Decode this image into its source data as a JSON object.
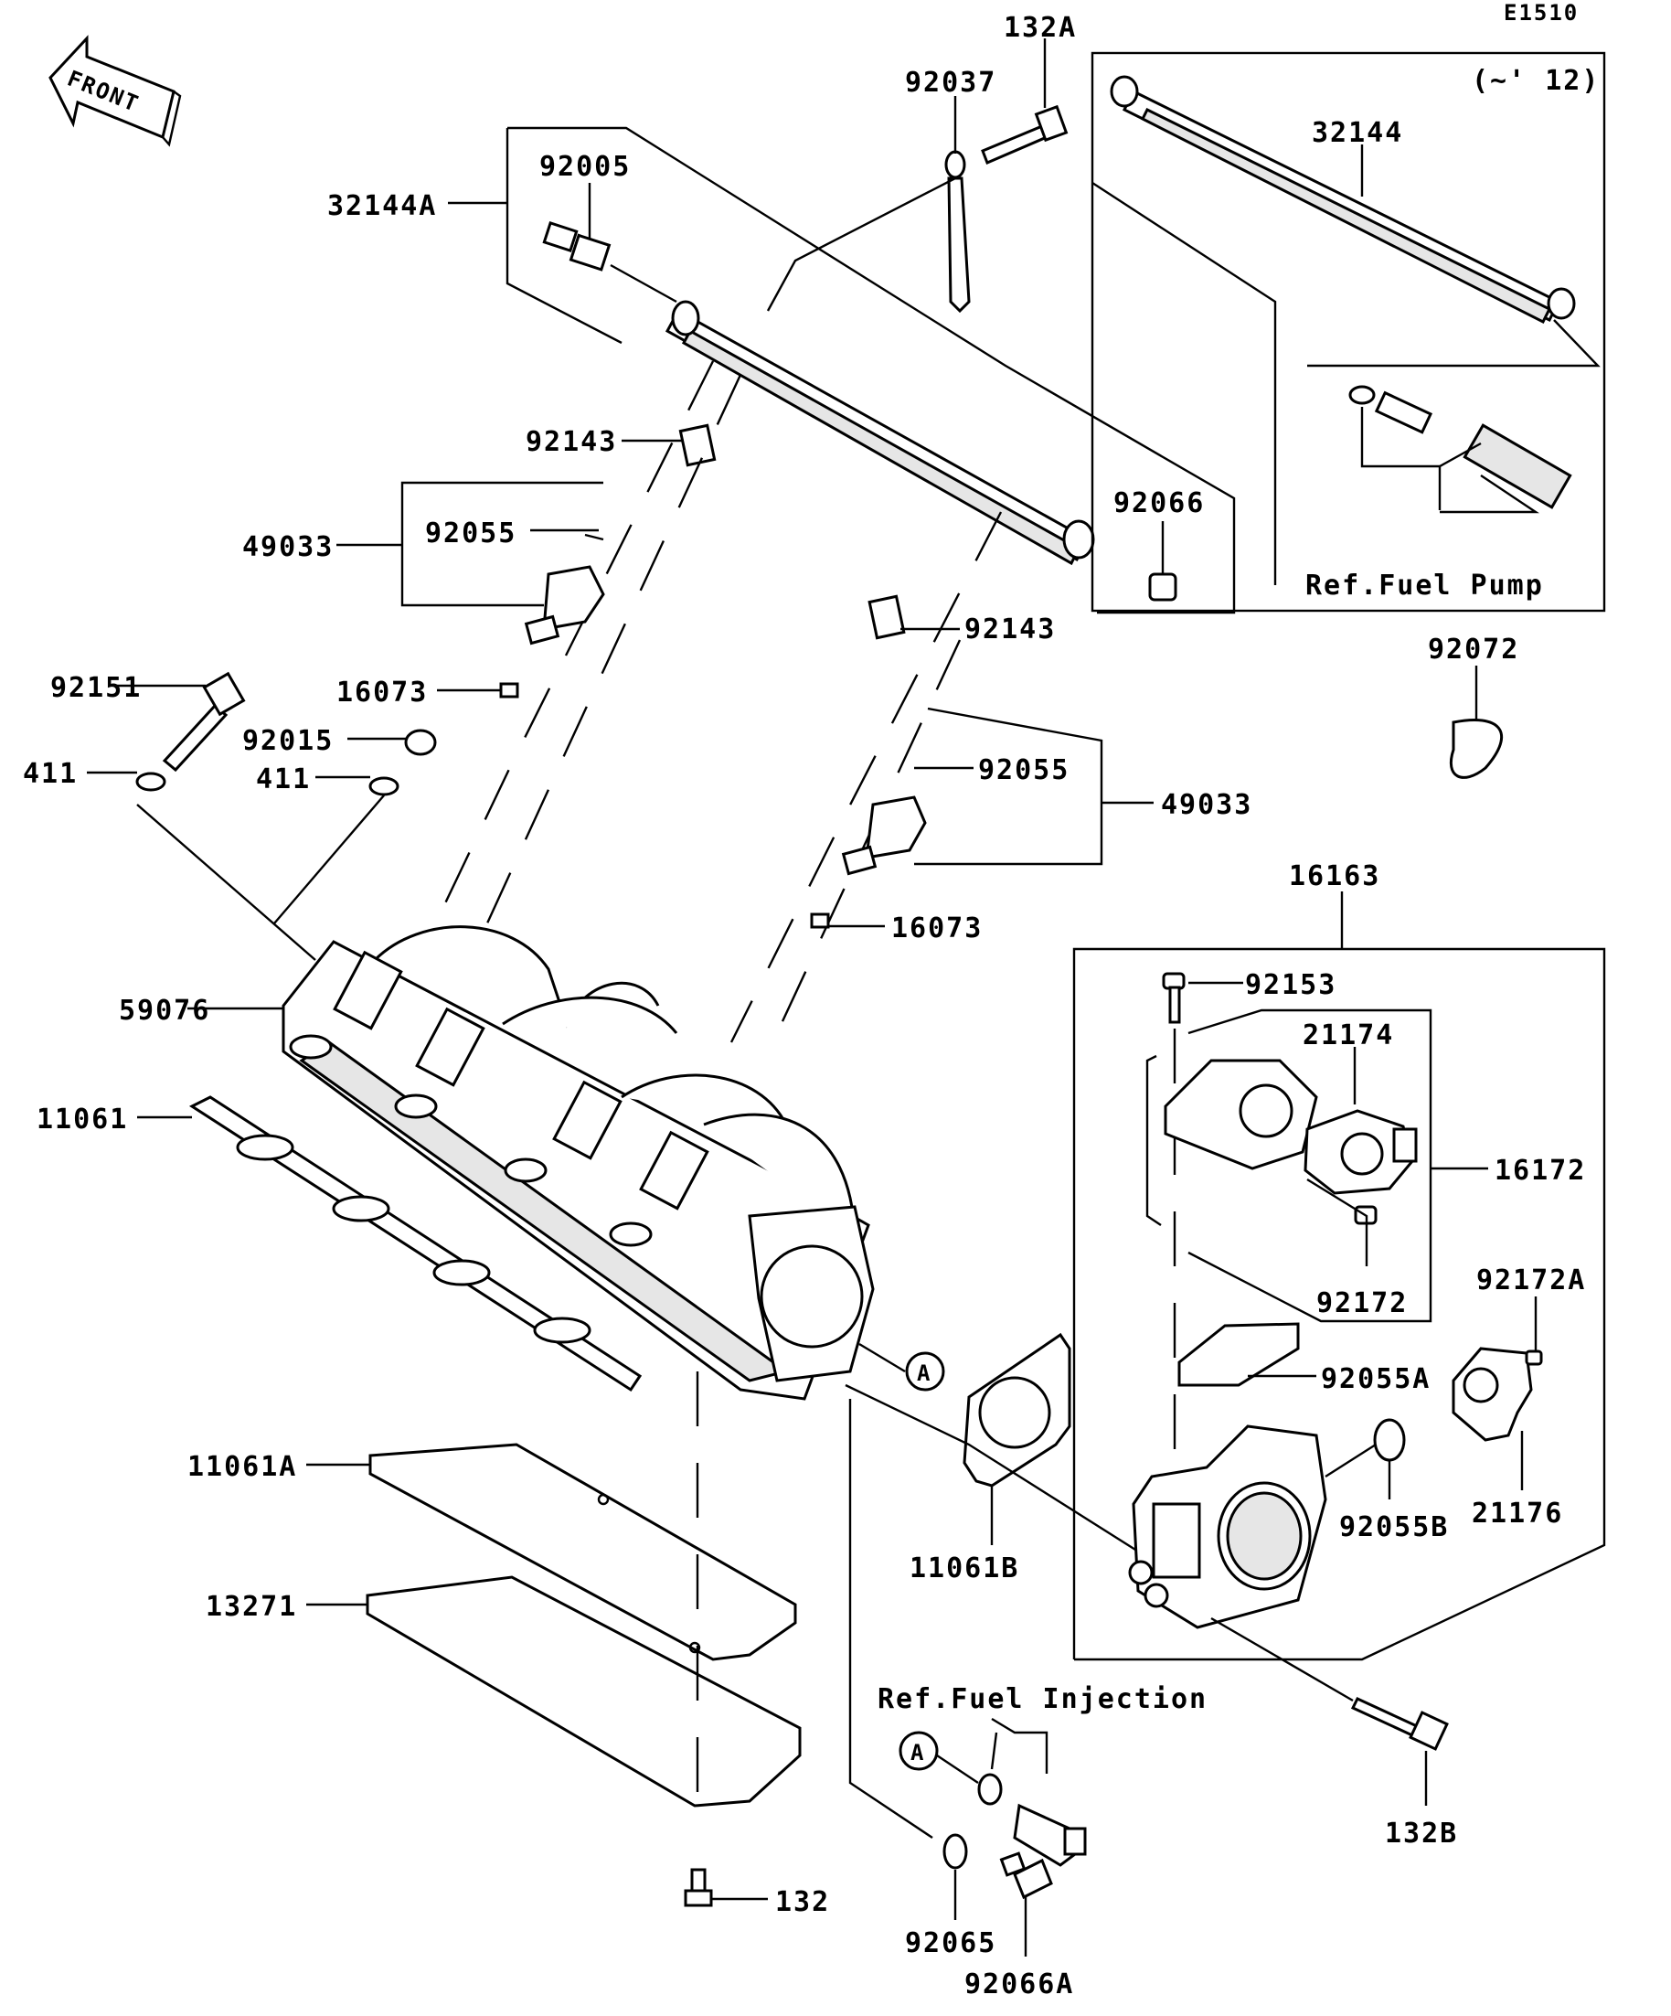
{
  "diagram_code": "E1510",
  "front_label": "FRONT",
  "labels": {
    "p132A": "132A",
    "p92037": "92037",
    "p92005": "92005",
    "p32144A": "32144A",
    "p32144": "32144",
    "year_note": "(~' 12)",
    "p92143_a": "92143",
    "p92143_b": "92143",
    "p92066": "92066",
    "p49033_a": "49033",
    "p49033_b": "49033",
    "p92055_a": "92055",
    "p92055_b": "92055",
    "p92151": "92151",
    "p16073_a": "16073",
    "p16073_b": "16073",
    "p92015": "92015",
    "p411_a": "411",
    "p411_b": "411",
    "p59076": "59076",
    "p11061": "11061",
    "p11061A": "11061A",
    "p11061B": "11061B",
    "p13271": "13271",
    "p132": "132",
    "p92065": "92065",
    "p92066A": "92066A",
    "p92072": "92072",
    "p16163": "16163",
    "p92153": "92153",
    "p21174": "21174",
    "p16172": "16172",
    "p92172": "92172",
    "p92172A": "92172A",
    "p92055A": "92055A",
    "p92055B": "92055B",
    "p21176": "21176",
    "p132B": "132B",
    "ref_fuel_pump": "Ref.Fuel Pump",
    "ref_fuel_injection": "Ref.Fuel Injection",
    "callout_A": "A"
  },
  "colors": {
    "ink": "#000000",
    "paper": "#ffffff",
    "shade": "#e6e6e6"
  }
}
